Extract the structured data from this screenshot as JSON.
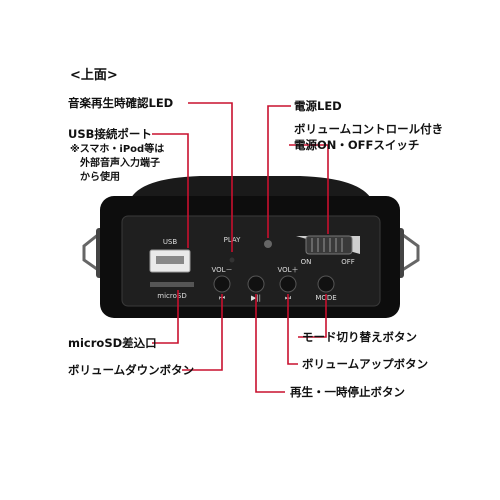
{
  "section_title": "<上面>",
  "labels": {
    "play_led": "音楽再生時確認LED",
    "usb_port": "USB接続ポート",
    "usb_note": [
      "※スマホ・iPod等は",
      "外部音声入力端子",
      "から使用"
    ],
    "power_led": "電源LED",
    "volume_power": [
      "ボリュームコントロール付き",
      "電源ON・OFFスイッチ"
    ],
    "microsd_slot": "microSD差込口",
    "volume_down": "ボリュームダウンボタン",
    "play_pause": "再生・一時停止ボタン",
    "mode": "モード切り替えボタン",
    "volume_up": "ボリュームアップボタン"
  },
  "device": {
    "usb": "USB",
    "play": "PLAY",
    "microsd": "microSD",
    "vol_minus": "VOL－",
    "vol_plus": "VOL＋",
    "mode": "MODE",
    "on": "ON",
    "off": "OFF",
    "btn_prev": "⏮",
    "btn_play": "▶||",
    "btn_next": "⏭"
  },
  "colors": {
    "leader": "#c8102e",
    "body": "#0d0d0d",
    "panel": "#1f1f1f"
  }
}
